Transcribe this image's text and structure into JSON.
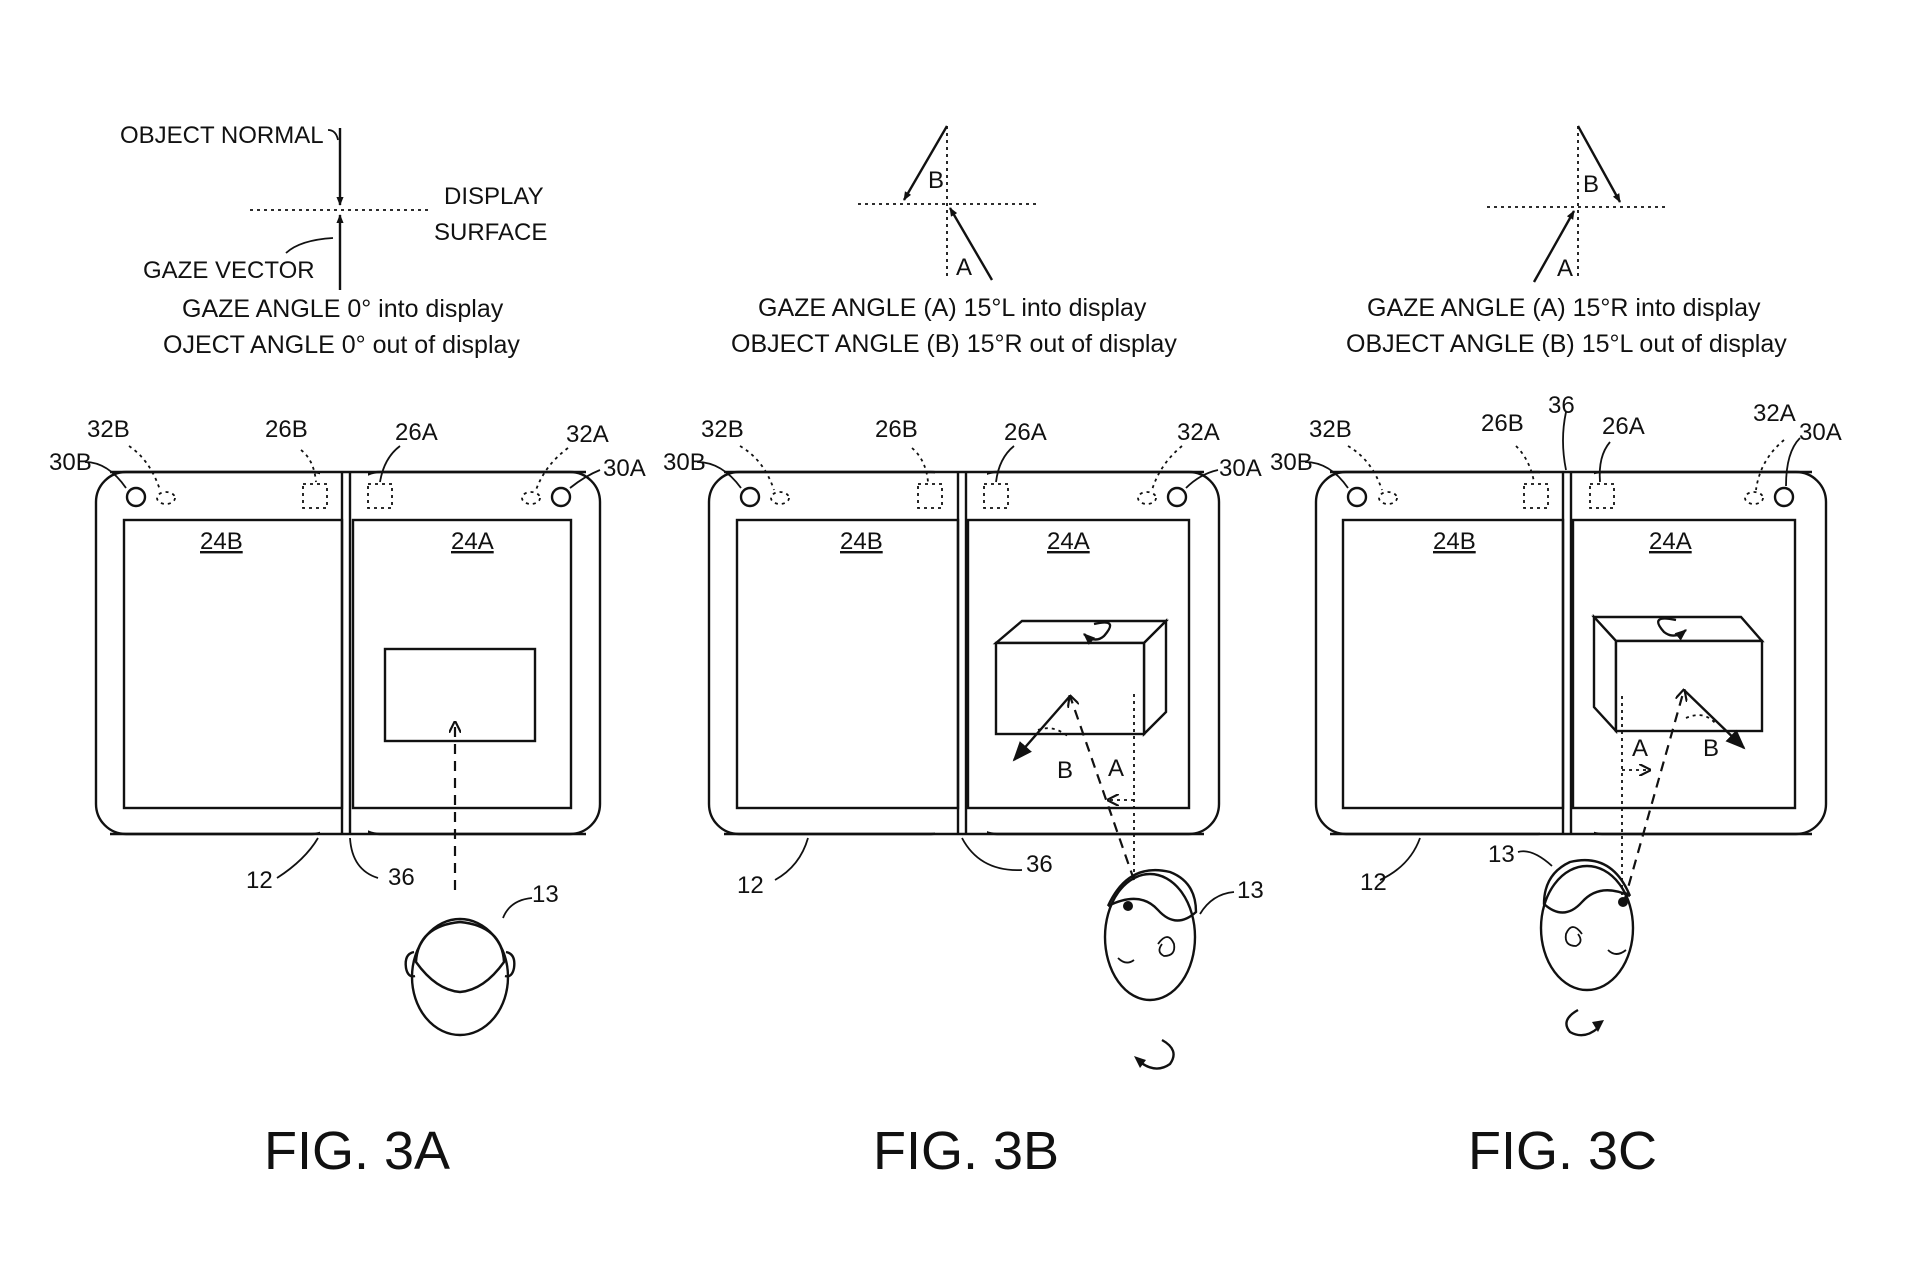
{
  "figures": [
    {
      "id": "3A",
      "caption": "FIG. 3A",
      "inset": {
        "object_normal": "OBJECT NORMAL",
        "display_surface_1": "DISPLAY",
        "display_surface_2": "SURFACE",
        "gaze_vector": "GAZE VECTOR",
        "line1": "GAZE ANGLE 0° into display",
        "line2": "OJECT ANGLE 0° out of display"
      },
      "refs": {
        "r30B": "30B",
        "r32B": "32B",
        "r26B": "26B",
        "r26A": "26A",
        "r32A": "32A",
        "r30A": "30A",
        "r24B": "24B",
        "r24A": "24A",
        "r12": "12",
        "r36": "36",
        "r13": "13"
      }
    },
    {
      "id": "3B",
      "caption": "FIG. 3B",
      "inset": {
        "label_a": "A",
        "label_b": "B",
        "line1": "GAZE ANGLE (A) 15°L into display",
        "line2": "OBJECT ANGLE (B) 15°R out of display"
      },
      "refs": {
        "r30B": "30B",
        "r32B": "32B",
        "r26B": "26B",
        "r26A": "26A",
        "r32A": "32A",
        "r30A": "30A",
        "r24B": "24B",
        "r24A": "24A",
        "r12": "12",
        "r36": "36",
        "r13": "13",
        "angle_a": "A",
        "angle_b": "B"
      }
    },
    {
      "id": "3C",
      "caption": "FIG. 3C",
      "inset": {
        "label_a": "A",
        "label_b": "B",
        "line1": "GAZE ANGLE (A) 15°R into display",
        "line2": "OBJECT ANGLE (B) 15°L out of display"
      },
      "refs": {
        "r30B": "30B",
        "r32B": "32B",
        "r26B": "26B",
        "r36": "36",
        "r26A": "26A",
        "r32A": "32A",
        "r30A": "30A",
        "r24B": "24B",
        "r24A": "24A",
        "r12": "12",
        "r13": "13",
        "angle_a": "A",
        "angle_b": "B"
      }
    }
  ]
}
